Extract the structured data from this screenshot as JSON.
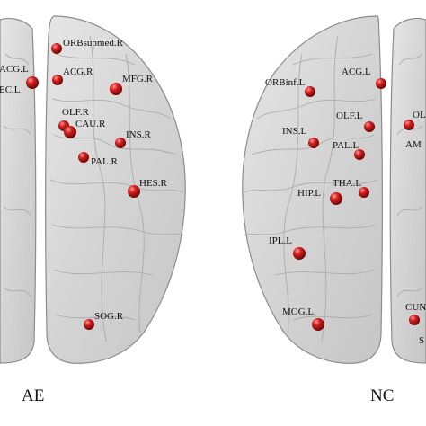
{
  "groups": {
    "left": {
      "label": "AE"
    },
    "right": {
      "label": "NC"
    }
  },
  "colors": {
    "node_fill": "#c81a1a",
    "node_highlight": "#ff8a8a",
    "node_shadow": "#6e0606",
    "brain_fill": "#d8d8d8",
    "brain_edge": "#8a8a8a"
  },
  "nodes_ae": [
    {
      "id": "ACG.L",
      "label": "ACG.L"
    },
    {
      "id": "EC.L",
      "label": "EC.L"
    },
    {
      "id": "ORBsupmed.R",
      "label": "ORBsupmed.R"
    },
    {
      "id": "ACG.R",
      "label": "ACG.R"
    },
    {
      "id": "MFG.R",
      "label": "MFG.R"
    },
    {
      "id": "OLF.R",
      "label": "OLF.R"
    },
    {
      "id": "CAU.R",
      "label": "CAU.R"
    },
    {
      "id": "INS.R",
      "label": "INS.R"
    },
    {
      "id": "PAL.R",
      "label": "PAL.R"
    },
    {
      "id": "HES.R",
      "label": "HES.R"
    },
    {
      "id": "SOG.R",
      "label": "SOG.R"
    }
  ],
  "nodes_nc": [
    {
      "id": "ORBinf.L",
      "label": "ORBinf.L"
    },
    {
      "id": "ACG.L",
      "label": "ACG.L"
    },
    {
      "id": "OL",
      "label": "OL"
    },
    {
      "id": "OLF.L",
      "label": "OLF.L"
    },
    {
      "id": "INS.L",
      "label": "INS.L"
    },
    {
      "id": "PAL.L",
      "label": "PAL.L"
    },
    {
      "id": "AM",
      "label": "AM"
    },
    {
      "id": "THA.L",
      "label": "THA.L"
    },
    {
      "id": "HIP.L",
      "label": "HIP.L"
    },
    {
      "id": "IPL.L",
      "label": "IPL.L"
    },
    {
      "id": "MOG.L",
      "label": "MOG.L"
    },
    {
      "id": "CUN",
      "label": "CUN"
    },
    {
      "id": "S",
      "label": "S"
    }
  ]
}
